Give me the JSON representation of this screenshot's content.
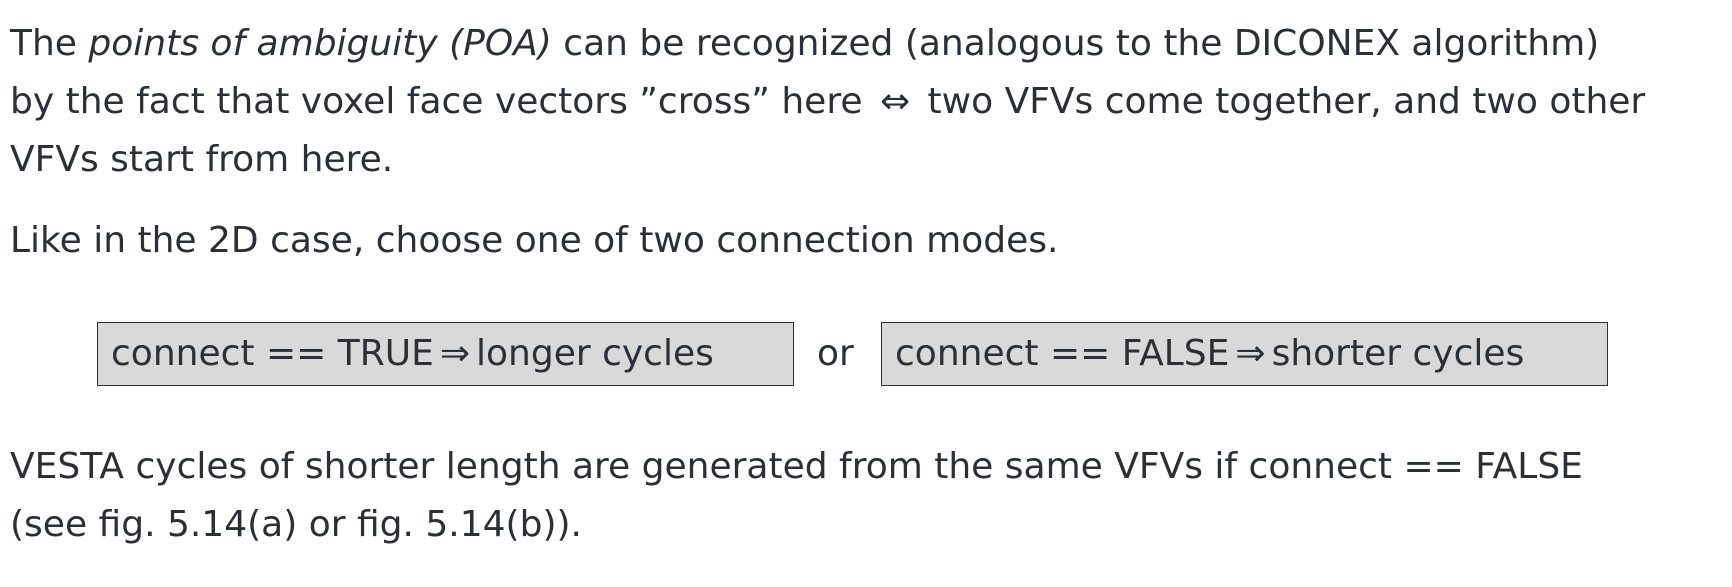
{
  "paragraph1": {
    "intro": "The ",
    "term": "points of ambiguity (POA)",
    "line1_rest": " can be recognized (analogous to the DICONEX algorithm)",
    "line2_a": "by the fact that voxel face vectors ”cross” here ",
    "equiv_symbol": "⇔",
    "line2_b": " two VFVs come together, and two other",
    "line3": "VFVs start from here."
  },
  "paragraph2": {
    "text": "Like in the 2D case, choose one of two connection modes."
  },
  "modes": {
    "true_mode": {
      "condition": "connect == TRUE",
      "arrow": "⇒",
      "result": "longer cycles"
    },
    "separator": "or",
    "false_mode": {
      "condition": "connect == FALSE",
      "arrow": "⇒",
      "result": "shorter cycles"
    }
  },
  "paragraph3": {
    "line1": "VESTA cycles of shorter length are generated from the same VFVs if connect == FALSE",
    "line2": "(see fig. 5.14(a) or fig. 5.14(b))."
  }
}
